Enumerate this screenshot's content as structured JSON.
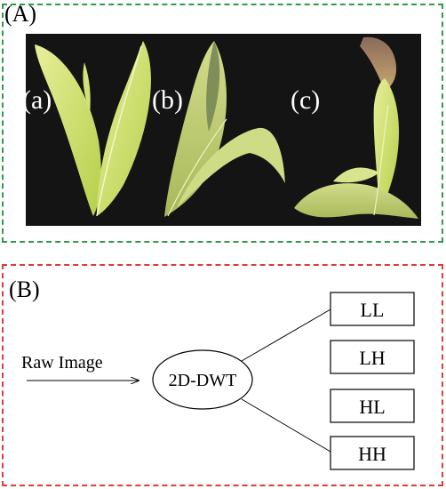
{
  "panel_a": {
    "label": "(A)",
    "sub_labels": [
      "(a)",
      "(b)",
      "(c)"
    ],
    "border_color": "#2e9a4b"
  },
  "panel_b": {
    "label": "(B)",
    "input_label": "Raw Image",
    "transform_label": "2D-DWT",
    "subbands": [
      "LL",
      "LH",
      "HL",
      "HH"
    ],
    "border_color": "#e0393e"
  }
}
